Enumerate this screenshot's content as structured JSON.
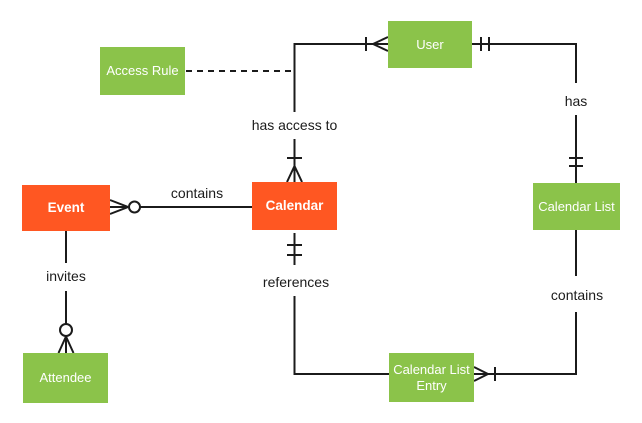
{
  "diagram": {
    "type": "entity-relationship",
    "background": "#ffffff",
    "colors": {
      "entity_green": "#8bc34a",
      "entity_orange": "#ff5722",
      "entity_text": "#ffffff",
      "line": "#1b1b1b",
      "label_text": "#1b1b1b"
    },
    "entities": [
      {
        "id": "event",
        "label": "Event",
        "color": "#ff5722"
      },
      {
        "id": "access-rule",
        "label": "Access Rule",
        "color": "#8bc34a"
      },
      {
        "id": "calendar",
        "label": "Calendar",
        "color": "#ff5722"
      },
      {
        "id": "user",
        "label": "User",
        "color": "#8bc34a"
      },
      {
        "id": "calendar-list",
        "label": "Calendar List",
        "color": "#8bc34a"
      },
      {
        "id": "calendar-list-entry",
        "label": "Calendar List Entry",
        "color": "#8bc34a"
      },
      {
        "id": "attendee",
        "label": "Attendee",
        "color": "#8bc34a"
      }
    ],
    "relationships": [
      {
        "label": "contains",
        "from": "Calendar",
        "to": "Event",
        "to_cardinality": "zero-or-many"
      },
      {
        "label": "has access to",
        "from": "Calendar",
        "to": "User",
        "from_cardinality": "one-or-many",
        "to_cardinality": "one-or-many"
      },
      {
        "label": "invites",
        "from": "Event",
        "to": "Attendee",
        "to_cardinality": "zero-or-many"
      },
      {
        "label": "references",
        "from": "Calendar List Entry",
        "to": "Calendar",
        "to_cardinality": "one-and-only-one"
      },
      {
        "label": "has",
        "from": "User",
        "to": "Calendar List",
        "from_cardinality": "one-and-only-one",
        "to_cardinality": "one-and-only-one"
      },
      {
        "label": "contains",
        "from": "Calendar List",
        "to": "Calendar List Entry",
        "to_cardinality": "one-or-many",
        "line_style": "solid"
      },
      {
        "label": "",
        "from": "Access Rule",
        "to": "has access to",
        "line_style": "dashed"
      }
    ]
  }
}
